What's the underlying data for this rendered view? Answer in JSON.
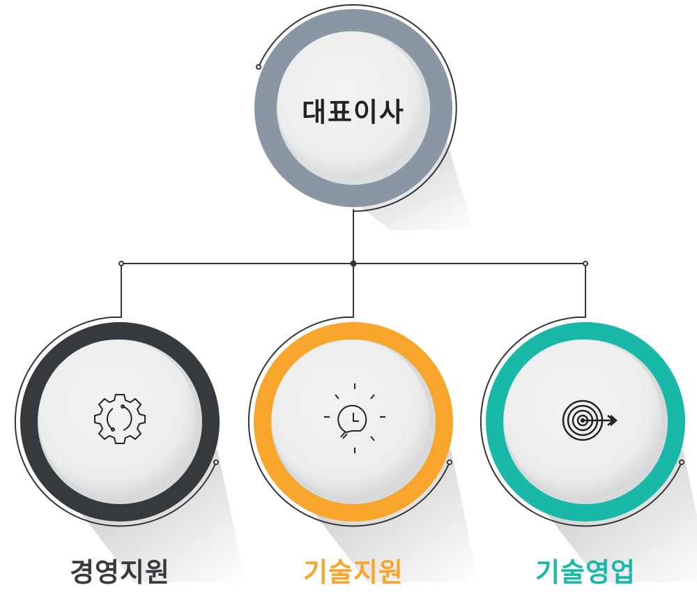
{
  "ceo": {
    "label": "대표이사",
    "color": "#8a96a3"
  },
  "departments": [
    {
      "label": "경영지원",
      "color": "#363a3e",
      "text_color": "#363a3e",
      "icon": "gear-icon"
    },
    {
      "label": "기술지원",
      "color": "#f7a62b",
      "text_color": "#f7a62b",
      "icon": "lightbulb-icon"
    },
    {
      "label": "기술영업",
      "color": "#1ab8a8",
      "text_color": "#1ab8a8",
      "icon": "target-arrow-icon"
    }
  ]
}
